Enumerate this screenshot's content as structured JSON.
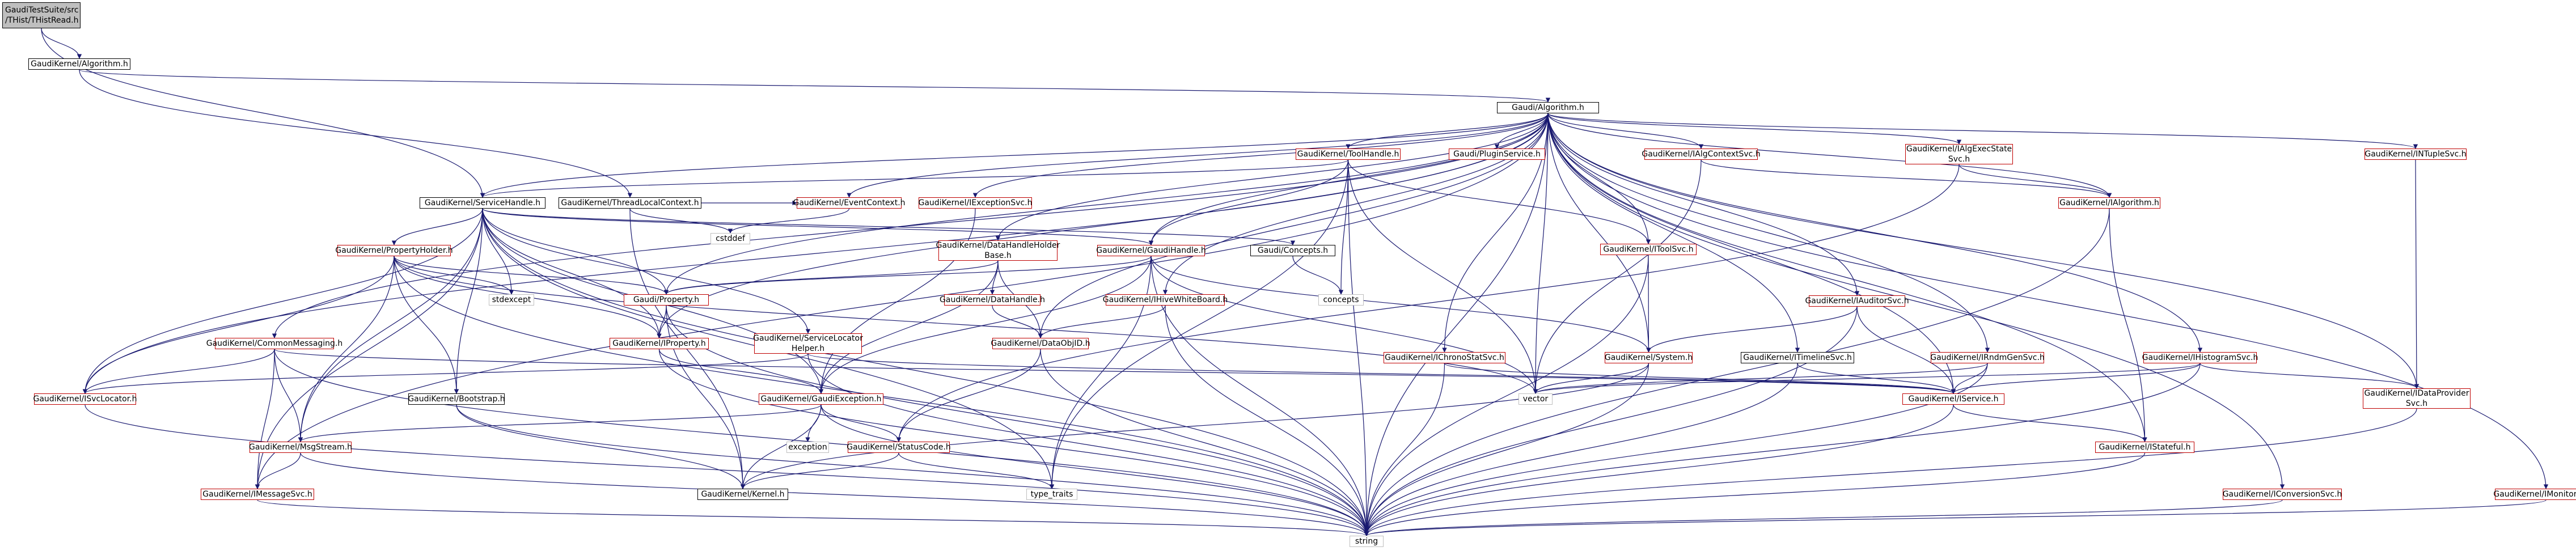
{
  "colors": {
    "edge": "#191970",
    "external": "#bf0000",
    "documented": "#000000",
    "system": "#bfbfbf",
    "root_fill": "#bfbfbf"
  },
  "nodes": {
    "thrd": "GaudiTestSuite/src\n/THist/THistRead.h",
    "ga": "GaudiKernel/Algorithm.h",
    "gal": "Gaudi/Algorithm.h",
    "sh": "GaudiKernel/ServiceHandle.h",
    "tlc": "GaudiKernel/ThreadLocalContext.h",
    "toolh": "GaudiKernel/ToolHandle.h",
    "plugin": "Gaudi/PluginService.h",
    "iac": "GaudiKernel/IAlgContextSvc.h",
    "iaes": "GaudiKernel/IAlgExecState\nSvc.h",
    "ints": "GaudiKernel/INTupleSvc.h",
    "evc": "GaudiKernel/EventContext.h",
    "iexc": "GaudiKernel/IExceptionSvc.h",
    "cstddef": "cstddef",
    "itool": "GaudiKernel/IToolSvc.h",
    "ialg": "GaudiKernel/IAlgorithm.h",
    "ph": "GaudiKernel/PropertyHolder.h",
    "dhhb": "GaudiKernel/DataHandleHolder\nBase.h",
    "gh": "GaudiKernel/GaudiHandle.h",
    "concepts_h": "Gaudi/Concepts.h",
    "stdexcept": "stdexcept",
    "concepts": "concepts",
    "gprop": "Gaudi/Property.h",
    "dh": "GaudiKernel/DataHandle.h",
    "iiwb": "GaudiKernel/IHiveWhiteBoard.h",
    "iaud": "GaudiKernel/IAuditorSvc.h",
    "cm": "GaudiKernel/CommonMessaging.h",
    "iprop": "GaudiKernel/IProperty.h",
    "slh": "GaudiKernel/ServiceLocator\nHelper.h",
    "doid": "GaudiKernel/DataObjID.h",
    "ichr": "GaudiKernel/IChronoStatSvc.h",
    "isys": "GaudiKernel/System.h",
    "itl": "GaudiKernel/ITimelineSvc.h",
    "ihist": "GaudiKernel/IHistogramSvc.h",
    "ihrnd": "GaudiKernel/IRndmGenSvc.h",
    "isl": "GaudiKernel/ISvcLocator.h",
    "boot": "GaudiKernel/Bootstrap.h",
    "gex": "GaudiKernel/GaudiException.h",
    "vector": "vector",
    "isvc": "GaudiKernel/IService.h",
    "idp": "GaudiKernel/IDataProvider\nSvc.h",
    "ms": "GaudiKernel/MsgStream.h",
    "exception": "exception",
    "sc": "GaudiKernel/StatusCode.h",
    "istf": "GaudiKernel/IStateful.h",
    "imsg": "GaudiKernel/IMessageSvc.h",
    "kernel": "GaudiKernel/Kernel.h",
    "type_traits": "type_traits",
    "iconv": "GaudiKernel/IConversionSvc.h",
    "imon": "GaudiKernel/IMonitorSvc.h",
    "string": "string"
  }
}
